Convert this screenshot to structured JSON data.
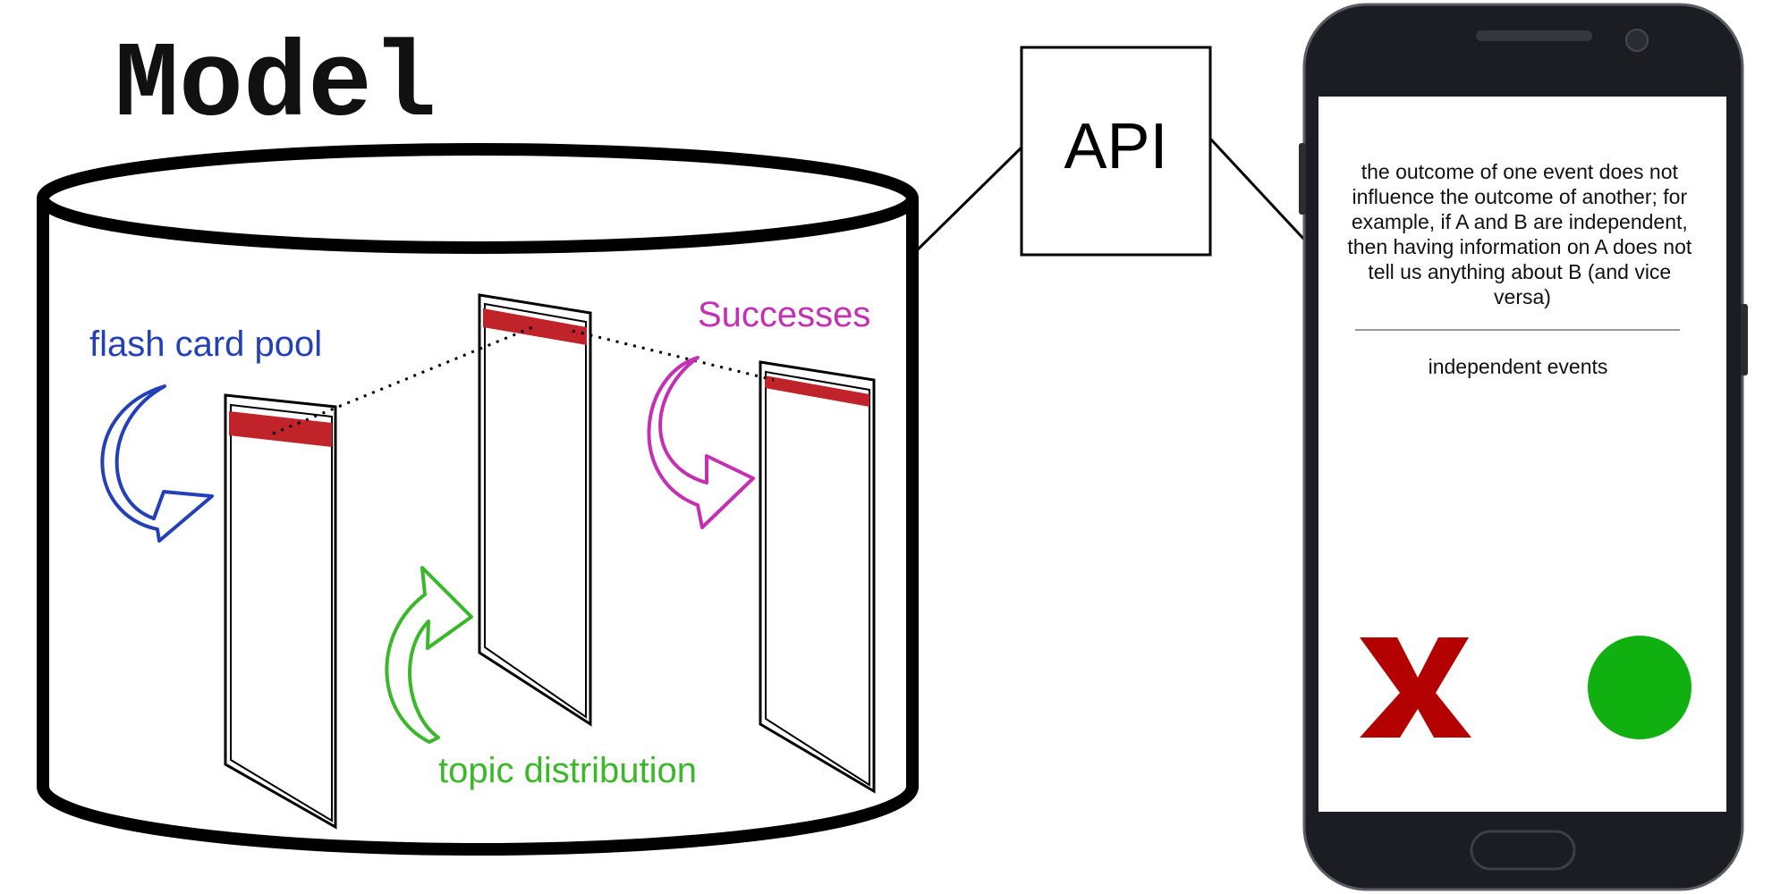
{
  "model": {
    "title": "Model",
    "label_pool": "flash card pool",
    "label_successes": "Successes",
    "label_topic": "topic distribution"
  },
  "api": {
    "label": "API"
  },
  "phone": {
    "definition": [
      "the outcome of one event does not",
      "influence the outcome of another; for",
      "example, if A and B are independent,",
      "then having information on A does not",
      "tell us anything about B (and vice",
      "versa)"
    ],
    "term": "independent events"
  },
  "colors": {
    "pool": "#2340b8",
    "successes": "#c42fb4",
    "topic": "#3ab82a",
    "card_header": "#c0232a",
    "wrong": "#b30000",
    "right": "#11b011"
  },
  "icons": {
    "pool_arrow": "curved-arrow-icon",
    "successes_arrow": "curved-arrow-icon",
    "topic_arrow": "curved-arrow-icon",
    "wrong_button": "x-mark-icon",
    "right_button": "circle-icon"
  }
}
